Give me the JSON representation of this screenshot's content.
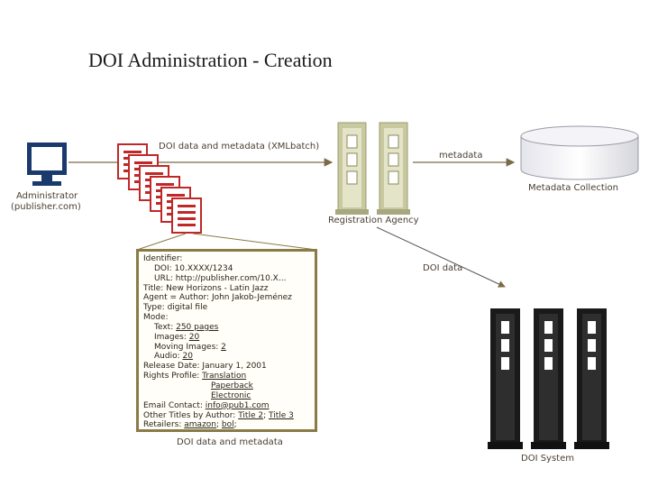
{
  "title": "DOI Administration - Creation",
  "labels": {
    "admin_line1": "Administrator",
    "admin_line2": "(publisher.com)",
    "doi_data_metadata_xml": "DOI data and metadata (XMLbatch)",
    "metadata": "metadata",
    "metadata_collection": "Metadata Collection",
    "registration_agency": "Registration Agency",
    "doi_data": "DOI data",
    "doi_data_and_metadata": "DOI data and metadata",
    "doi_system": "DOI System"
  },
  "record": {
    "identifier": "Identifier:",
    "doi": "DOI: 10.XXXX/1234",
    "url": "URL: http://publisher.com/10.X...",
    "title": "Title: New Horizons - Latin Jazz",
    "agent": "Agent = Author: John Jakob-Jeménez",
    "type": "Type: digital file",
    "mode": "Mode:",
    "text_label": "Text: ",
    "text_value": "250 pages",
    "images_label": "Images: ",
    "images_value": "20",
    "moving_images_label": "Moving Images: ",
    "moving_images_value": "2",
    "audio_label": "Audio: ",
    "audio_value": "20",
    "release_date": "Release Date: January 1, 2001",
    "rights_profile_label": "Rights Profile: ",
    "rights_1": "Translation",
    "rights_2": "Paperback",
    "rights_3": "Electronic",
    "email_label": "Email Contact: ",
    "email_value": "info@pub1.com",
    "other_titles_label": "Other Titles by Author: ",
    "other_title_1": "Title 2",
    "other_titles_sep": "; ",
    "other_title_2": "Title 3",
    "retailers_label": "Retailers: ",
    "retailer_1": "amazon",
    "retailers_sep": "; ",
    "retailer_2": "bol",
    "retailers_end": ";"
  },
  "colors": {
    "arrow": "#7a6a48",
    "doc_border": "#c02828",
    "server_body": "#c9c9a0",
    "server_dark": "#1a1a1a",
    "monitor": "#1a3a6e",
    "card_border": "#8a7a46"
  },
  "icons": [
    "computer-monitor-icon",
    "document-stack-icon",
    "server-icon",
    "database-icon"
  ]
}
